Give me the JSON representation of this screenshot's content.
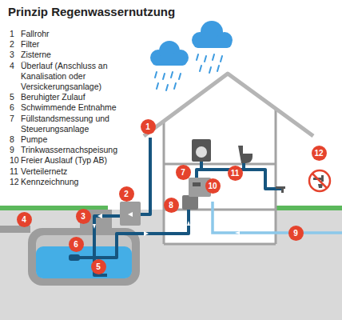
{
  "diagram": {
    "title": "Prinzip Regenwassernutzung",
    "nodes": [
      {
        "text": [
          "1"
        ]
      },
      {
        "text": [
          "12"
        ]
      },
      {
        "text": [
          "7"
        ]
      },
      {
        "text": [
          "11"
        ]
      },
      {
        "text": [
          "10"
        ]
      },
      {
        "text": [
          "2"
        ]
      },
      {
        "text": [
          "8"
        ]
      },
      {
        "text": [
          "3"
        ]
      },
      {
        "text": [
          "4"
        ]
      },
      {
        "text": [
          "9"
        ]
      },
      {
        "text": [
          "6"
        ]
      },
      {
        "text": [
          "5"
        ]
      }
    ],
    "labels": [
      "1",
      "Fallrohr",
      "2",
      "Filter",
      "3",
      "Zisterne",
      "4",
      "Überlauf (Anschluss an Kanalisation oder Versickerungsanlage)",
      "5",
      "Beruhigter Zulauf",
      "6",
      "Schwimmende Entnahme",
      "7",
      "Füllstandsmessung und Steuerungsanlage",
      "8",
      "Pumpe",
      "9",
      "Trinkwassernachspeisung",
      "10",
      "Freier Auslauf (Typ AB)",
      "11",
      "Verteilernetz",
      "12",
      "Kennzeichnung"
    ]
  }
}
